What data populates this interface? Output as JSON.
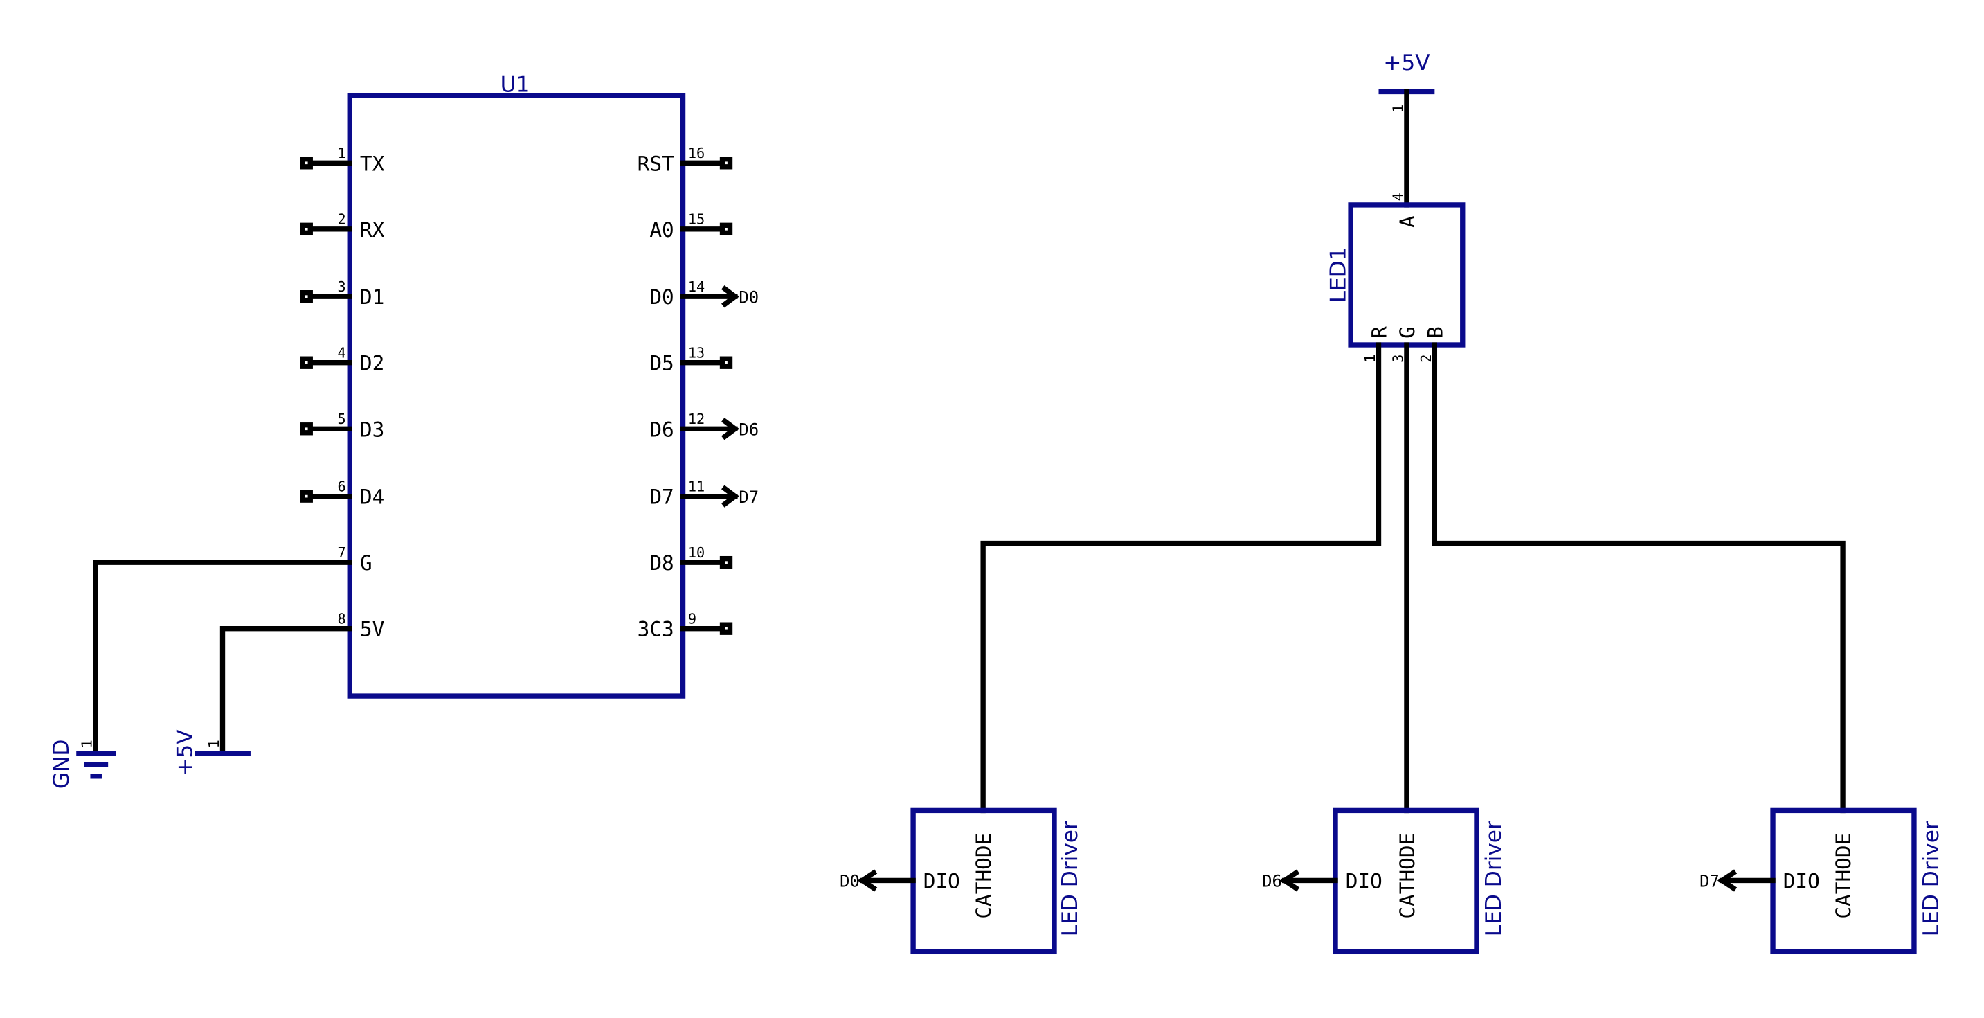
{
  "u1": {
    "ref": "U1",
    "left_pins": [
      {
        "num": "1",
        "name": "TX"
      },
      {
        "num": "2",
        "name": "RX"
      },
      {
        "num": "3",
        "name": "D1"
      },
      {
        "num": "4",
        "name": "D2"
      },
      {
        "num": "5",
        "name": "D3"
      },
      {
        "num": "6",
        "name": "D4"
      },
      {
        "num": "7",
        "name": "G"
      },
      {
        "num": "8",
        "name": "5V"
      }
    ],
    "right_pins": [
      {
        "num": "16",
        "name": "RST"
      },
      {
        "num": "15",
        "name": "A0"
      },
      {
        "num": "14",
        "name": "D0",
        "net": "D0"
      },
      {
        "num": "13",
        "name": "D5"
      },
      {
        "num": "12",
        "name": "D6",
        "net": "D6"
      },
      {
        "num": "11",
        "name": "D7",
        "net": "D7"
      },
      {
        "num": "10",
        "name": "D8"
      },
      {
        "num": "9",
        "name": "3C3"
      }
    ]
  },
  "power": {
    "gnd": {
      "label": "GND",
      "pin": "1"
    },
    "vcc_left": {
      "label": "+5V",
      "pin": "1"
    },
    "vcc_top": {
      "label": "+5V",
      "pin": "1"
    }
  },
  "led1": {
    "ref": "LED1",
    "pin_a": {
      "num": "4",
      "name": "A"
    },
    "pin_r": {
      "num": "1",
      "name": "R"
    },
    "pin_g": {
      "num": "3",
      "name": "G"
    },
    "pin_b": {
      "num": "2",
      "name": "B"
    }
  },
  "drivers": [
    {
      "label": "LED Driver",
      "dio": "DIO",
      "cathode": "CATHODE",
      "net": "D0"
    },
    {
      "label": "LED Driver",
      "dio": "DIO",
      "cathode": "CATHODE",
      "net": "D6"
    },
    {
      "label": "LED Driver",
      "dio": "DIO",
      "cathode": "CATHODE",
      "net": "D7"
    }
  ]
}
